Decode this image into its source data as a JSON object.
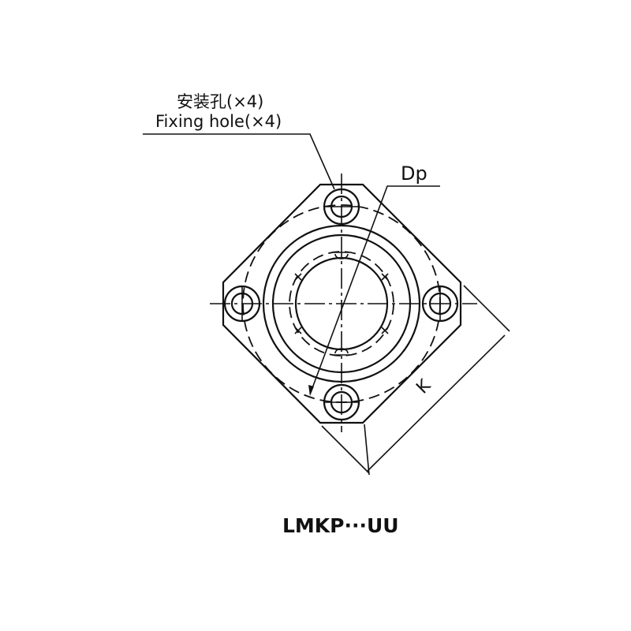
{
  "labels": {
    "fixing_hole_cn": "安装孔(×4)",
    "fixing_hole_en": "Fixing hole(×4)",
    "dp": "Dp",
    "k": "K",
    "model": "LMKP···UU"
  },
  "colors": {
    "line": "#111111",
    "background": "#ffffff"
  }
}
